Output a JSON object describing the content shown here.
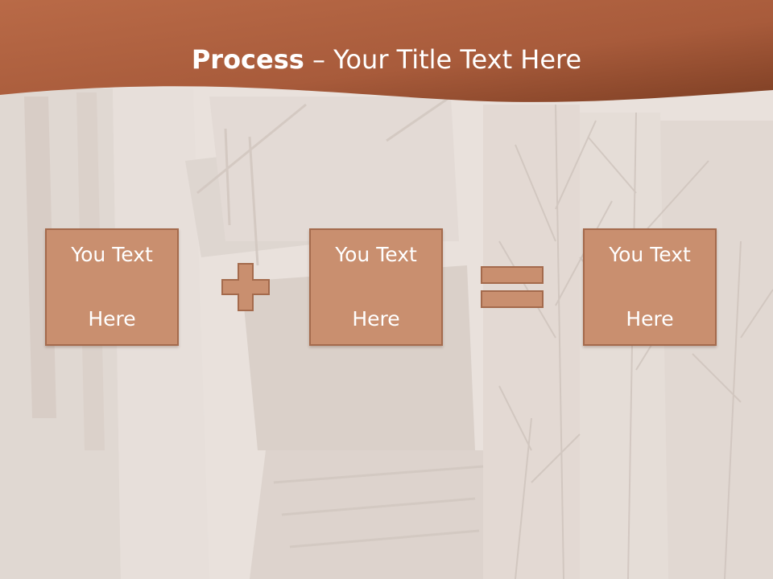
{
  "slide": {
    "title_bold": "Process",
    "title_dash": " – ",
    "title_rest": "Your Title Text Here"
  },
  "process": {
    "boxes": [
      {
        "line1": "You Text",
        "line2": "Here"
      },
      {
        "line1": "You Text",
        "line2": "Here"
      },
      {
        "line1": "You Text",
        "line2": "Here"
      }
    ],
    "operators": [
      "plus-icon",
      "equals-icon"
    ]
  },
  "colors": {
    "header": "#a85b3b",
    "box_fill": "#c98f6f",
    "box_border": "#a46a4c",
    "title_text": "#ffffff"
  }
}
